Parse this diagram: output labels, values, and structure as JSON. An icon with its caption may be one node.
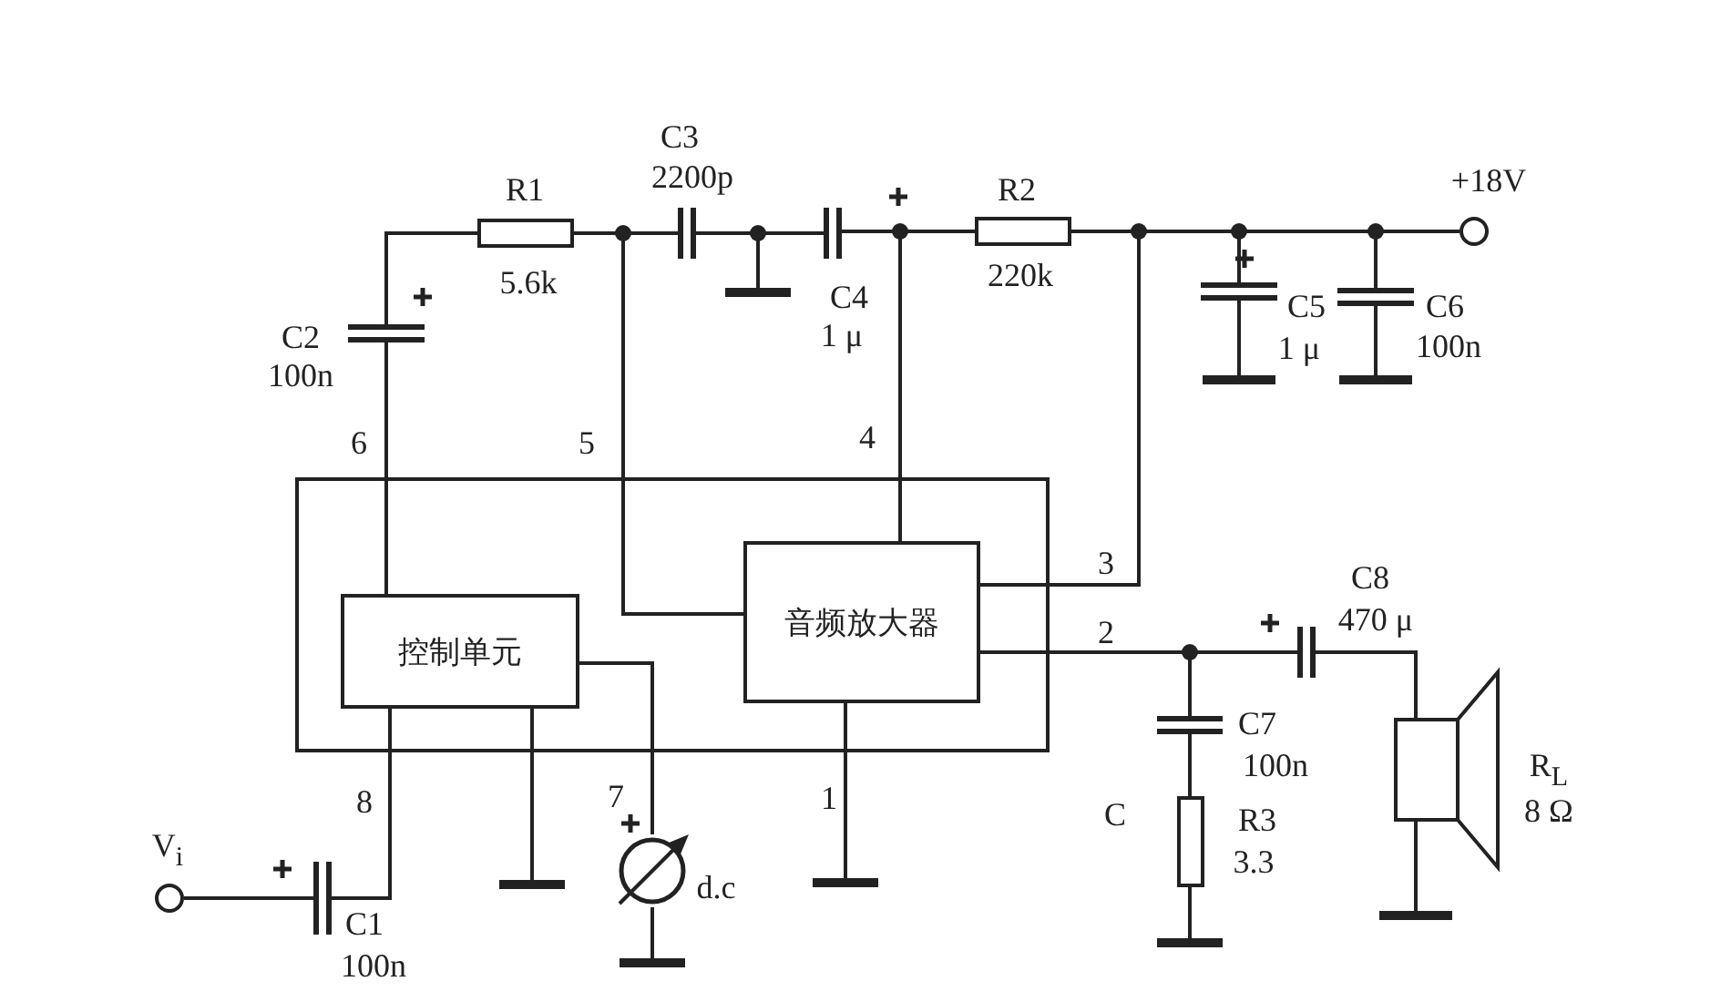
{
  "diagram": {
    "nodes": [
      {
        "text": [],
        "shape": "box",
        "beside": [
          "C"
        ]
      },
      {
        "text": [
          "控制单元"
        ],
        "in": 0
      },
      {
        "text": [
          "音频放大器"
        ],
        "in": 0
      },
      {
        "text": [],
        "shape": "resistor",
        "beside": [
          "R1",
          "5.6k"
        ]
      },
      {
        "text": [],
        "shape": "capacitor",
        "beside": [
          "C3",
          "2200p"
        ]
      },
      {
        "text": [],
        "shape": "capacitor",
        "beside": [
          "C4",
          "1 μ"
        ]
      },
      {
        "text": [],
        "shape": "resistor",
        "beside": [
          "R2",
          "220k"
        ]
      },
      {
        "text": [],
        "shape": "circle",
        "beside": [
          "+18V"
        ]
      },
      {
        "text": [],
        "shape": "capacitor",
        "beside": [
          "C5",
          "1 μ"
        ]
      },
      {
        "text": [],
        "shape": "capacitor",
        "beside": [
          "C6",
          "100n"
        ]
      },
      {
        "text": [],
        "shape": "capacitor",
        "beside": [
          "C2",
          "100n"
        ]
      },
      {
        "text": [],
        "shape": "capacitor",
        "beside": [
          "C8",
          "470 μ"
        ]
      },
      {
        "text": [],
        "shape": "capacitor",
        "beside": [
          "C7",
          "100n"
        ]
      },
      {
        "text": [],
        "shape": "resistor",
        "beside": [
          "R3",
          "3.3"
        ]
      },
      {
        "text": [],
        "shape": "speaker",
        "beside": [
          "R$_{L}$",
          "8 Ω"
        ]
      },
      {
        "text": [],
        "shape": "circle",
        "beside": [
          "V$_{i}$"
        ]
      },
      {
        "text": [],
        "shape": "capacitor",
        "beside": [
          "C1",
          "100n"
        ]
      },
      {
        "text": [],
        "shape": "meter",
        "beside": [
          "d.c"
        ]
      },
      {
        "text": [],
        "shape": "ground"
      },
      {
        "text": [],
        "shape": "ground"
      },
      {
        "text": [],
        "shape": "ground"
      },
      {
        "text": [],
        "shape": "ground"
      },
      {
        "text": [],
        "shape": "ground"
      },
      {
        "text": [],
        "shape": "ground"
      },
      {
        "text": [],
        "shape": "ground"
      },
      {
        "text": [],
        "shape": "ground"
      }
    ],
    "edges": [
      {
        "from": 10,
        "to": 3,
        "arrow": "none"
      },
      {
        "from": 3,
        "to": 4,
        "arrow": "none"
      },
      {
        "from": 3,
        "to": 2,
        "arrow": "none"
      },
      {
        "from": 4,
        "to": 5,
        "arrow": "none"
      },
      {
        "from": 4,
        "to": 18,
        "arrow": "none"
      },
      {
        "from": 5,
        "to": 6,
        "arrow": "none"
      },
      {
        "from": 5,
        "to": 2,
        "arrow": "none"
      },
      {
        "from": 6,
        "to": 2,
        "arrow": "none"
      },
      {
        "from": 6,
        "to": 8,
        "arrow": "none"
      },
      {
        "from": 8,
        "to": 9,
        "arrow": "none"
      },
      {
        "from": 9,
        "to": 7,
        "arrow": "none"
      },
      {
        "from": 8,
        "to": 19,
        "arrow": "none"
      },
      {
        "from": 9,
        "to": 20,
        "arrow": "none"
      },
      {
        "from": 10,
        "to": 1,
        "arrow": "none"
      },
      {
        "from": 1,
        "to": 16,
        "arrow": "none"
      },
      {
        "from": 16,
        "to": 15,
        "arrow": "none"
      },
      {
        "from": 1,
        "to": 21,
        "arrow": "none"
      },
      {
        "from": 1,
        "to": 17,
        "arrow": "none"
      },
      {
        "from": 17,
        "to": 22,
        "arrow": "none"
      },
      {
        "from": 2,
        "to": 23,
        "arrow": "none"
      },
      {
        "from": 2,
        "to": 11,
        "arrow": "none"
      },
      {
        "from": 2,
        "to": 12,
        "arrow": "none"
      },
      {
        "from": 11,
        "to": 14,
        "arrow": "none"
      },
      {
        "from": 12,
        "to": 13,
        "arrow": "none"
      },
      {
        "from": 13,
        "to": 24,
        "arrow": "none"
      },
      {
        "from": 14,
        "to": 25,
        "arrow": "none"
      }
    ],
    "labels": [
      "6",
      "5",
      "4",
      "3",
      "2",
      "8",
      "7",
      "1"
    ]
  }
}
